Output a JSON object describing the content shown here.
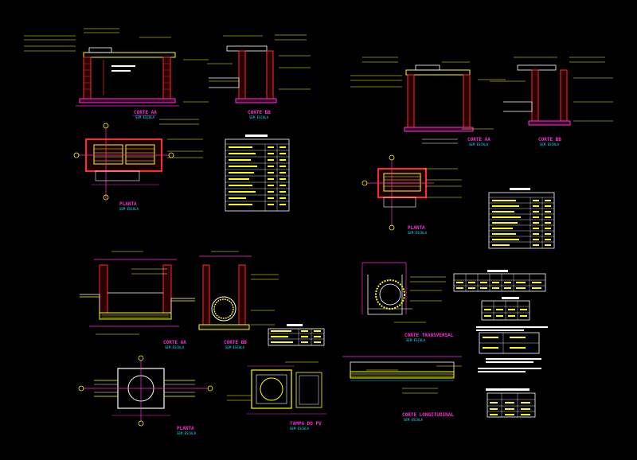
{
  "colors": {
    "background": "#000000",
    "wall": "#ff2a2a",
    "dimension": "#ff2bd6",
    "concrete": "#ffff00",
    "outline": "#ffffff",
    "accent": "#00e5ff",
    "grass": "#33dd33"
  },
  "views": {
    "q1_corte_aa": {
      "title": "CORTE AA",
      "scale": "SEM ESCALA"
    },
    "q1_corte_bb": {
      "title": "CORTE BB",
      "scale": "SEM ESCALA"
    },
    "q1_planta": {
      "title": "PLANTA",
      "scale": "SEM ESCALA"
    },
    "q2_corte_aa": {
      "title": "CORTE AA",
      "scale": "SEM ESCALA"
    },
    "q2_corte_bb": {
      "title": "CORTE BB",
      "scale": "SEM ESCALA"
    },
    "q2_planta": {
      "title": "PLANTA",
      "scale": "SEM ESCALA"
    },
    "q3_corte_aa": {
      "title": "CORTE AA",
      "scale": "SEM ESCALA"
    },
    "q3_corte_bb": {
      "title": "CORTE BB",
      "scale": "SEM ESCALA"
    },
    "q3_planta": {
      "title": "PLANTA",
      "scale": "SEM ESCALA"
    },
    "q3_tampa": {
      "title": "TAMPA DO PV",
      "scale": "SEM ESCALA"
    },
    "q4_corte_transversal": {
      "title": "CORTE TRANSVERSAL",
      "scale": "SEM ESCALA"
    },
    "q4_corte_longitudinal": {
      "title": "CORTE LONGITUDINAL",
      "scale": "SEM ESCALA"
    }
  },
  "notes": {
    "q2_right": "TAMPA DE CONCRETO",
    "q3_note": "LIGACAO",
    "q4_caption_1": "TUBO DE CONCRETO ARMADO",
    "q4_caption_2": "SEM ESCALA"
  }
}
